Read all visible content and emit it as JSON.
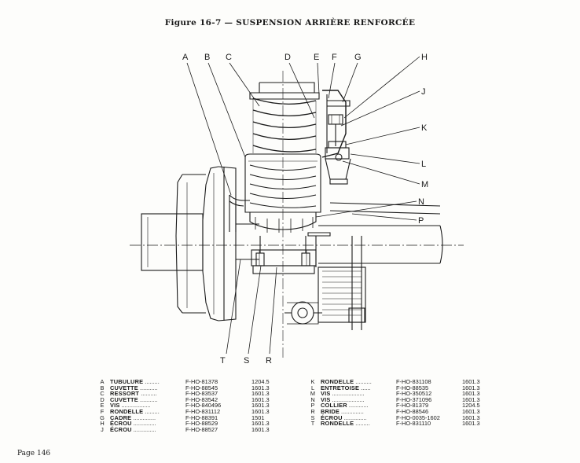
{
  "title": "Figure 16-7 — SUSPENSION ARRIÈRE RENFORCÉE",
  "callouts_top": [
    "A",
    "B",
    "C",
    "D",
    "E",
    "F",
    "G"
  ],
  "callouts_right": [
    "H",
    "J",
    "K",
    "L",
    "M",
    "N",
    "P"
  ],
  "callouts_bottom": [
    "T",
    "S",
    "R"
  ],
  "parts_left": [
    {
      "letter": "A",
      "name": "TUBULURE",
      "ref": "F-HO-81378",
      "code": "1204.5"
    },
    {
      "letter": "B",
      "name": "CUVETTE",
      "ref": "F-HO-88545",
      "code": "1601.3"
    },
    {
      "letter": "C",
      "name": "RESSORT",
      "ref": "F-HO-83537",
      "code": "1601.3"
    },
    {
      "letter": "D",
      "name": "CUVETTE",
      "ref": "F-HO-83542",
      "code": "1601.3"
    },
    {
      "letter": "E",
      "name": "VIS",
      "ref": "F-HO-840496",
      "code": "1601.3"
    },
    {
      "letter": "F",
      "name": "RONDELLE",
      "ref": "F-HO-831112",
      "code": "1601.3"
    },
    {
      "letter": "G",
      "name": "CADRE",
      "ref": "F-HO-88391",
      "code": "1501"
    },
    {
      "letter": "H",
      "name": "ÉCROU",
      "ref": "F-HO-88529",
      "code": "1601.3"
    },
    {
      "letter": "J",
      "name": "ÉCROU",
      "ref": "F-HO-88527",
      "code": "1601.3"
    }
  ],
  "parts_right": [
    {
      "letter": "K",
      "name": "RONDELLE",
      "ref": "F-HO-831108",
      "code": "1601.3"
    },
    {
      "letter": "L",
      "name": "ENTRETOISE",
      "ref": "F-HO-88535",
      "code": "1601.3"
    },
    {
      "letter": "M",
      "name": "VIS",
      "ref": "F-HO-350512",
      "code": "1601.3"
    },
    {
      "letter": "N",
      "name": "VIS",
      "ref": "F-HO-371096",
      "code": "1601.3"
    },
    {
      "letter": "P",
      "name": "COLLIER",
      "ref": "F-HO-81379",
      "code": "1204.5"
    },
    {
      "letter": "R",
      "name": "BRIDE",
      "ref": "F-HO-88546",
      "code": "1601.3"
    },
    {
      "letter": "S",
      "name": "ÉCROU",
      "ref": "F-HO-0035-1602",
      "code": "1601.3"
    },
    {
      "letter": "T",
      "name": "RONDELLE",
      "ref": "F-HO-831110",
      "code": "1601.3"
    }
  ],
  "page": "Page 146"
}
